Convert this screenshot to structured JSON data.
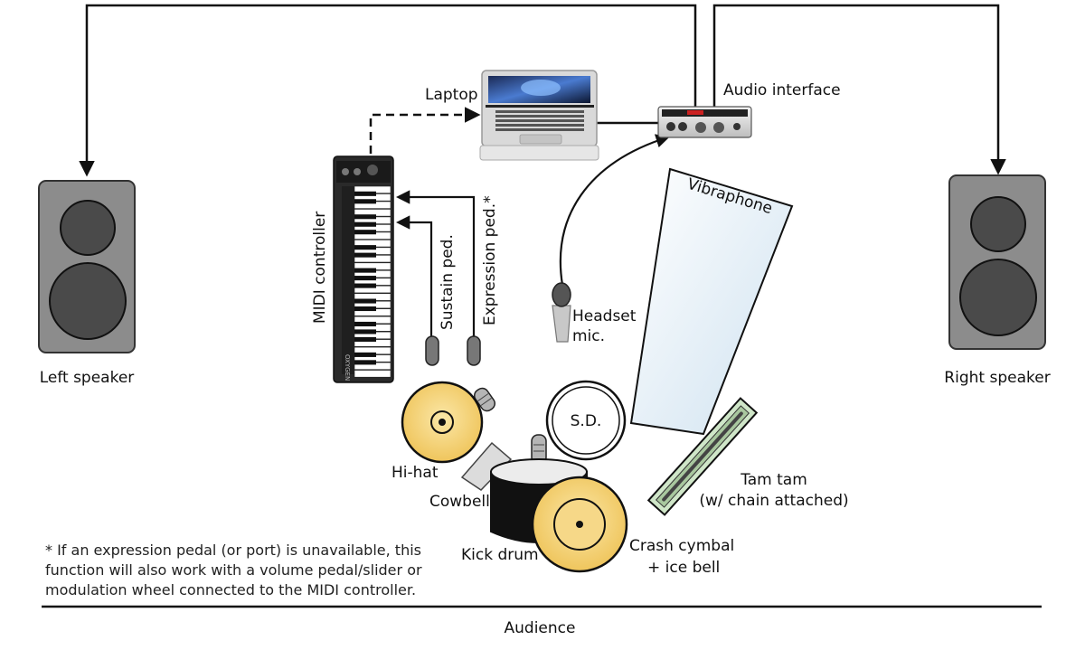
{
  "labels": {
    "laptop": "Laptop",
    "audio_interface": "Audio interface",
    "midi_controller": "MIDI controller",
    "sustain_pedal": "Sustain ped.",
    "expression_pedal": "Expression ped.*",
    "vibraphone": "Vibraphone",
    "headset_mic_line1": "Headset",
    "headset_mic_line2": "mic.",
    "left_speaker": "Left speaker",
    "right_speaker": "Right speaker",
    "snare_drum": "S.D.",
    "hi_hat": "Hi-hat",
    "cowbell": "Cowbell",
    "kick_drum": "Kick drum",
    "crash_cymbal_line1": "Crash cymbal",
    "crash_cymbal_line2": "+ ice bell",
    "tam_tam_line1": "Tam tam",
    "tam_tam_line2": "(w/ chain attached)",
    "audience": "Audience",
    "keyboard_brand": "OXYGEN"
  },
  "footnote": {
    "line1": "* If an expression pedal (or port) is unavailable, this",
    "line2": "function will also work with a volume pedal/slider or",
    "line3": "modulation wheel connected to the MIDI controller."
  },
  "colors": {
    "line": "#111111",
    "speaker_body": "#8c8c8c",
    "speaker_cone": "#4a4a4a",
    "cymbal": "#f3cf72",
    "cymbal_rim": "#1a1a1a",
    "vibraphone_fill": "#dcebf5",
    "tam_tam_fill": "#cfe6c8",
    "keyboard_body": "#2a2a2a",
    "cowbell": "#dcdcdc",
    "kick_drum": "#111111"
  },
  "icons": [
    "speaker-icon",
    "laptop-icon",
    "audio-interface-icon",
    "midi-keyboard-icon",
    "pedal-icon",
    "microphone-icon",
    "cymbal-icon",
    "drum-icon",
    "cowbell-icon",
    "vibraphone-icon",
    "tam-tam-icon"
  ]
}
